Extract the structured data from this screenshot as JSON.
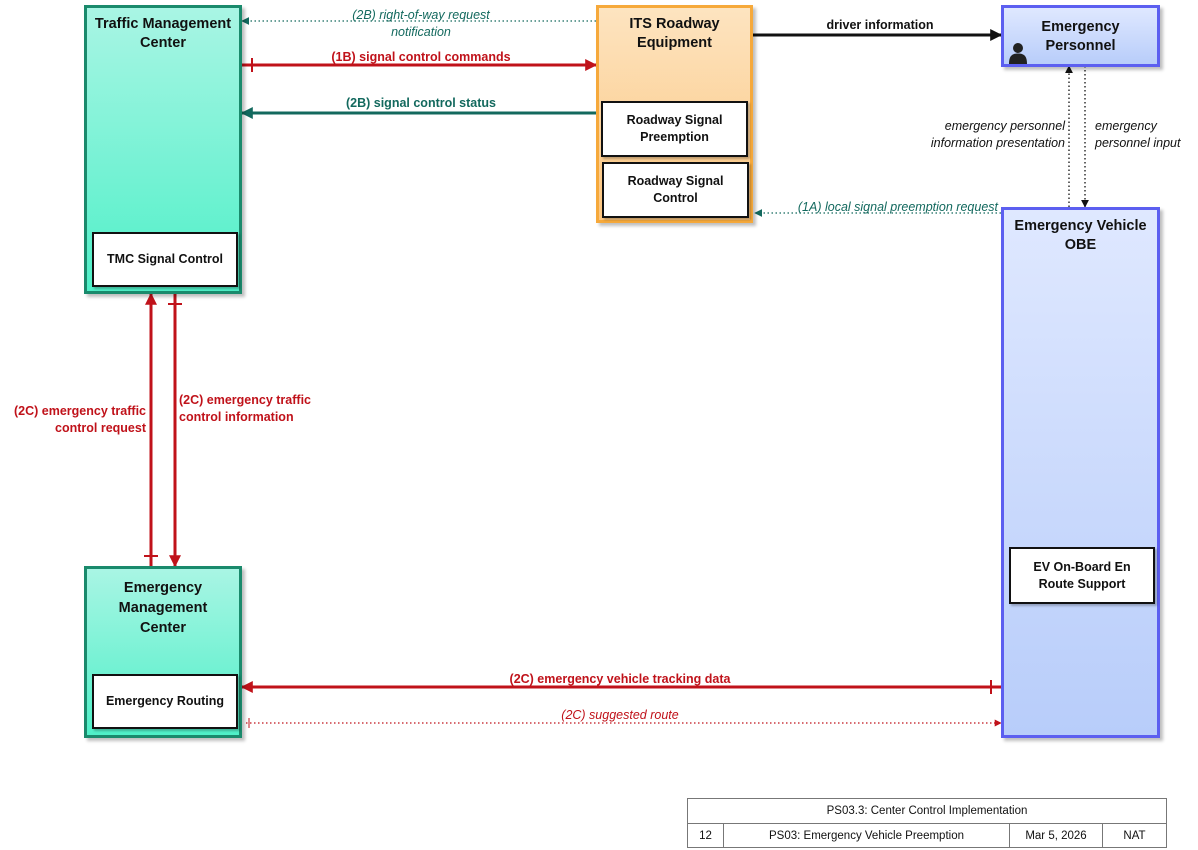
{
  "nodes": {
    "tmc": {
      "title": "Traffic Management\nCenter",
      "sub": "TMC Signal Control"
    },
    "its": {
      "title": "ITS Roadway\nEquipment",
      "sub1": "Roadway Signal\nPreemption",
      "sub2": "Roadway Signal\nControl"
    },
    "ep": {
      "title": "Emergency\nPersonnel"
    },
    "emc": {
      "title": "Emergency\nManagement\nCenter",
      "sub": "Emergency Routing"
    },
    "ev": {
      "title": "Emergency Vehicle\nOBE",
      "sub": "EV On-Board En\nRoute Support"
    }
  },
  "flows": {
    "f2b_row": "(2B) right-of-way request\nnotification",
    "f1b_cmd": "(1B) signal control commands",
    "f2b_status": "(2B) signal control status",
    "driver_info": "driver information",
    "ep_pres": "emergency personnel\ninformation presentation",
    "ep_input": "emergency\npersonnel input",
    "f1a": "(1A) local signal preemption request",
    "f2c_req": "(2C) emergency traffic\ncontrol request",
    "f2c_info": "(2C) emergency traffic\ncontrol information",
    "f2c_track": "(2C) emergency vehicle tracking data",
    "f2c_route": "(2C) suggested route"
  },
  "title_block": {
    "title": "PS03.3: Center Control Implementation",
    "page": "12",
    "package": "PS03: Emergency Vehicle Preemption",
    "date": "Mar 5, 2026",
    "scope": "NAT"
  },
  "colors": {
    "red_flow": "#c0121a",
    "teal_flow": "#13695e",
    "black_flow": "#111111",
    "center_border": "#1a8a6c",
    "field_border": "#f6a93b",
    "vehicle_border": "#5c5ff0"
  }
}
